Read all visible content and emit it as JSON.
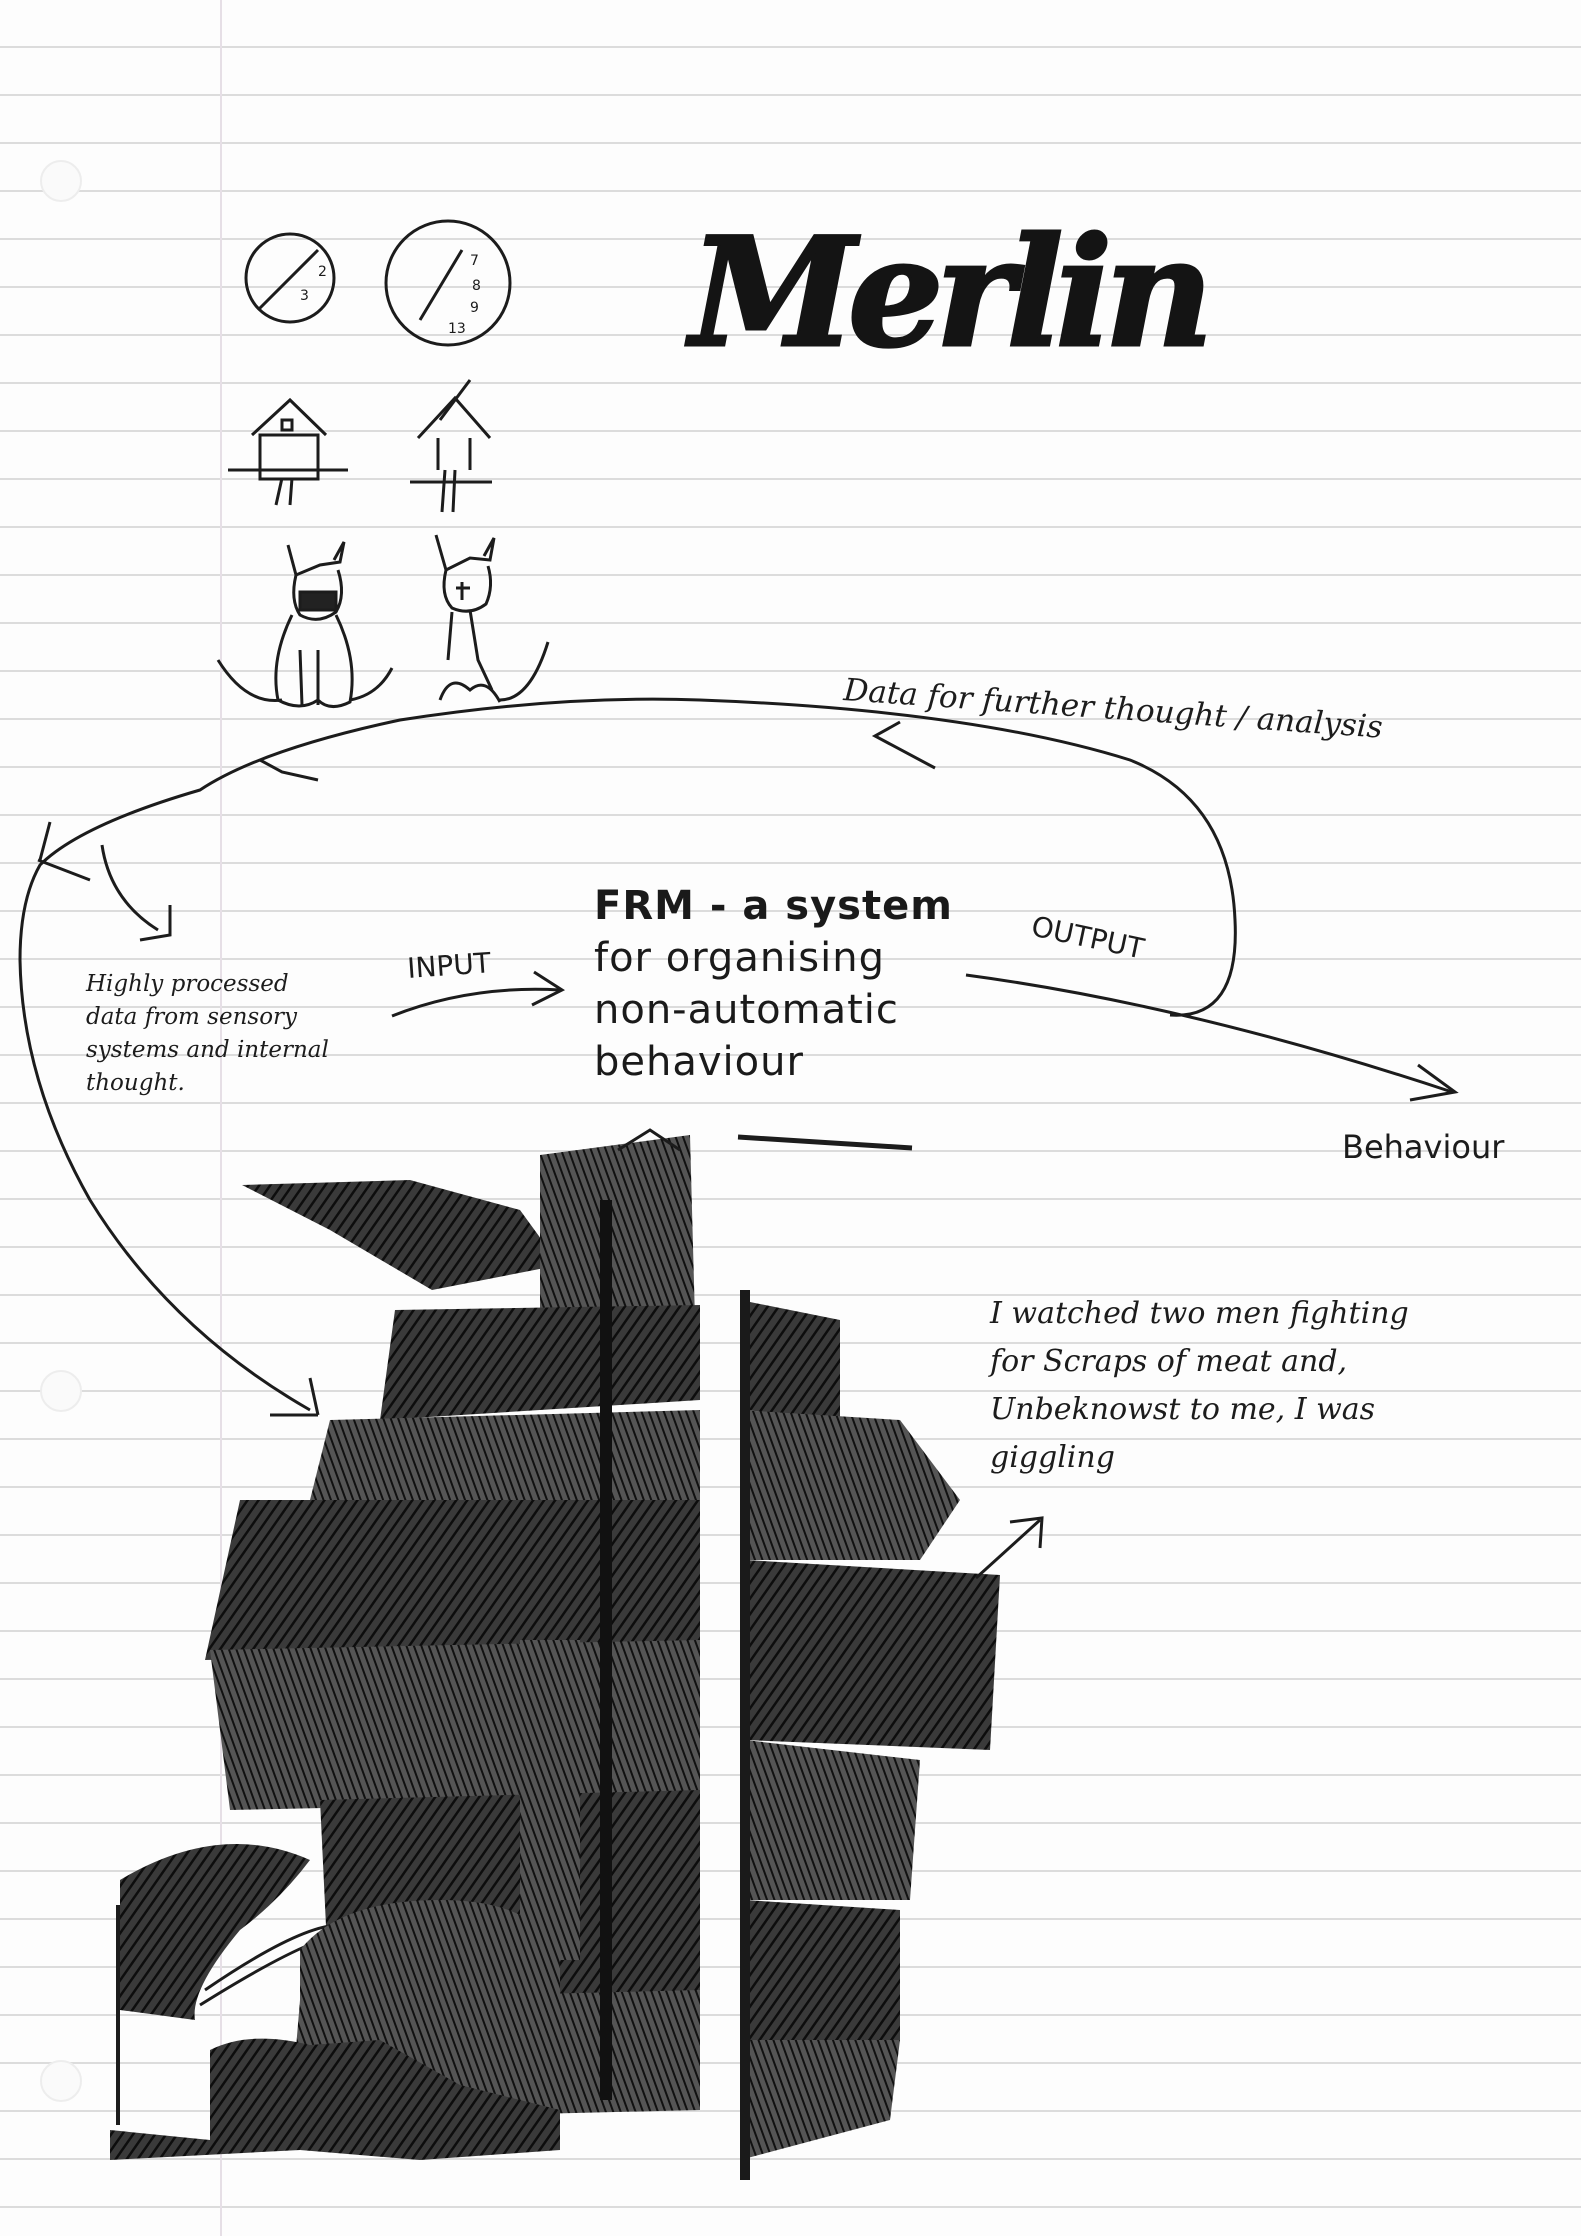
{
  "title": "Merlin",
  "frm": {
    "line1": "FRM - a system",
    "line2": "for organising",
    "line3": "non-automatic",
    "line4": "behaviour"
  },
  "labels": {
    "input": "INPUT",
    "output": "OUTPUT",
    "behaviour": "Behaviour",
    "feedback": "Data for further thought / analysis"
  },
  "input_description": [
    "Highly processed",
    "data from sensory",
    "systems and internal",
    "thought."
  ],
  "note": [
    "I watched two men fighting",
    "for Scraps of meat and,",
    "Unbeknowst to me, I was",
    "giggling"
  ],
  "icons": {
    "clocks": "clock-icon",
    "houses": "house-icon",
    "cats": "cat-icon",
    "city": "city-sketch"
  },
  "colors": {
    "ink": "#1c1c1c",
    "paper": "#fdfdfd",
    "rule": "#dcdcdc"
  }
}
